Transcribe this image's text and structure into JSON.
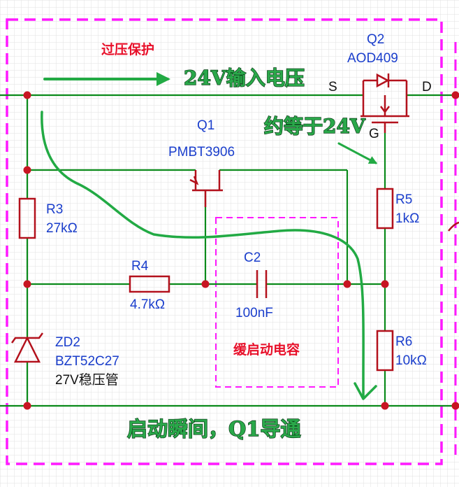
{
  "annotations": {
    "overvoltage_protection": "过压保护",
    "input_voltage": "24V输入电压",
    "approx_24v": "约等于24V",
    "soft_start_cap": "缓启动电容",
    "startup_q1_on": "启动瞬间，Q1导通"
  },
  "components": {
    "q2": {
      "ref": "Q2",
      "part": "AOD409",
      "pin_s": "S",
      "pin_d": "D",
      "pin_g": "G"
    },
    "q1": {
      "ref": "Q1",
      "part": "PMBT3906"
    },
    "r3": {
      "ref": "R3",
      "value": "27kΩ"
    },
    "r4": {
      "ref": "R4",
      "value": "4.7kΩ"
    },
    "c2": {
      "ref": "C2",
      "value": "100nF"
    },
    "r5": {
      "ref": "R5",
      "value": "1kΩ"
    },
    "r6": {
      "ref": "R6",
      "value": "10kΩ"
    },
    "zd2": {
      "ref": "ZD2",
      "part": "BZT52C27",
      "desc": "27V稳压管"
    }
  },
  "colors": {
    "wire": "#0a8a1a",
    "component": "#b3111c",
    "junction": "#c81522",
    "dashed_box": "#ff19ff",
    "label_blue": "#1a3ecc",
    "annotation_red": "#e8102a",
    "annotation_green": "#2aa84a",
    "arrow_green": "#22aa44",
    "grid": "#e2e2e2"
  }
}
